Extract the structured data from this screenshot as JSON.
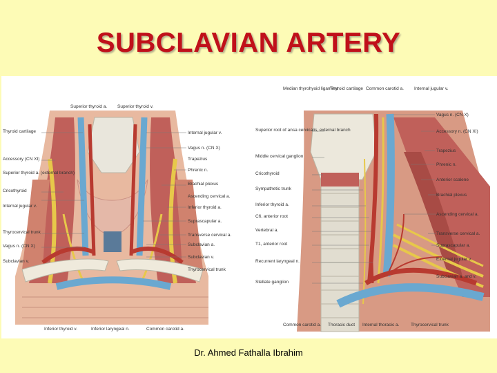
{
  "slide": {
    "title": "SUBCLAVIAN ARTERY",
    "caption": "Dr. Ahmed Fathalla Ibrahim"
  },
  "colors": {
    "background": "#fdfbb6",
    "title": "#c0101a",
    "muscle": "#c0605a",
    "vein": "#6aa8d0",
    "artery": "#b83a30",
    "nerve": "#e7c84a",
    "cartilage": "#e9e6dc"
  },
  "left_figure": {
    "labels_top": [
      "Superior thyroid a.",
      "Superior thyroid v."
    ],
    "labels_left": [
      "Thyroid cartilage",
      "Accessory (CN XI)",
      "Superior thyroid a. (external branch)",
      "Cricothyroid",
      "Internal jugular v.",
      "Thyrocervical trunk",
      "Vagus n. (CN X)",
      "Subclavian v."
    ],
    "labels_right": [
      "Internal jugular v.",
      "Vagus n. (CN X)",
      "Trapezius",
      "Phrenic n.",
      "Brachial plexus",
      "Ascending cervical a.",
      "Inferior thyroid a.",
      "Suprascapular a.",
      "Transverse cervical a.",
      "Subclavian a.",
      "Subclavian v.",
      "Thyrocervical trunk"
    ],
    "labels_bottom": [
      "Inferior thyroid v.",
      "Inferior laryngeal n.",
      "Common carotid a."
    ]
  },
  "right_figure": {
    "labels_top": [
      "Median thyrohyoid ligament",
      "Thyroid cartilage",
      "Common carotid a.",
      "Internal jugular v."
    ],
    "labels_left": [
      "Superior root of ansa cervicalis, external branch",
      "Middle cervical ganglion",
      "Cricothyroid",
      "Sympathetic trunk",
      "Inferior thyroid a.",
      "C6, anterior root",
      "Vertebral a.",
      "T1, anterior root",
      "Recurrent laryngeal n.",
      "Stellate ganglion"
    ],
    "labels_right": [
      "Vagus n. (CN X)",
      "Accessory n. (CN XI)",
      "Trapezius",
      "Phrenic n.",
      "Anterior scalene",
      "Brachial plexus",
      "Ascending cervical a.",
      "Transverse cervical a.",
      "Suprascapular a.",
      "External jugular v.",
      "Subclavian a. and v."
    ],
    "labels_bottom": [
      "Common carotid a.",
      "Thoracic duct",
      "Internal thoracic a.",
      "Thyrocervical trunk"
    ]
  }
}
